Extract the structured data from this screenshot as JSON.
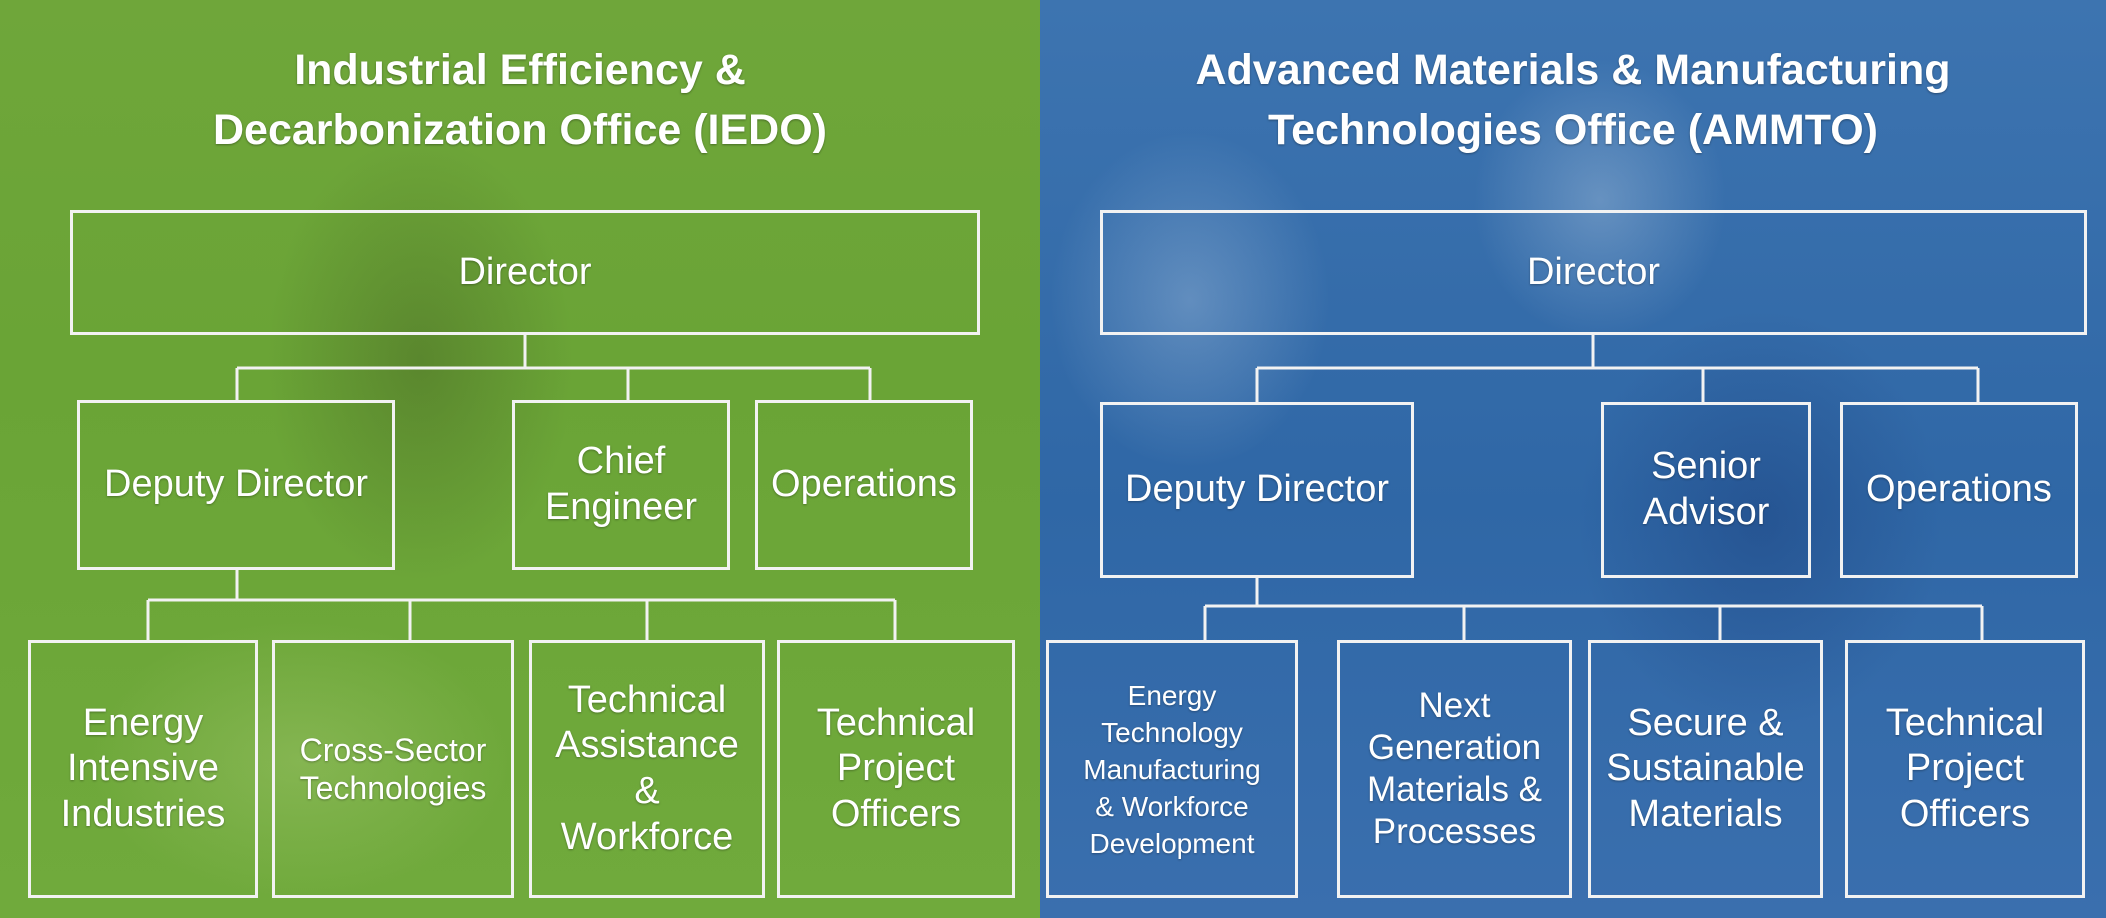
{
  "iedo": {
    "title_line1": "Industrial Efficiency &",
    "title_line2": "Decarbonization Office (IEDO)",
    "director": "Director",
    "deputy_director": "Deputy Director",
    "chief_engineer_line1": "Chief",
    "chief_engineer_line2": "Engineer",
    "operations": "Operations",
    "programs": [
      {
        "lines": [
          "Energy",
          "Intensive",
          "Industries"
        ]
      },
      {
        "lines": [
          "Cross-Sector",
          "Technologies"
        ]
      },
      {
        "lines": [
          "Technical",
          "Assistance",
          "&",
          "Workforce"
        ]
      },
      {
        "lines": [
          "Technical",
          "Project",
          "Officers"
        ]
      }
    ]
  },
  "ammto": {
    "title_line1": "Advanced Materials & Manufacturing",
    "title_line2": "Technologies Office (AMMTO)",
    "director": "Director",
    "deputy_director": "Deputy Director",
    "senior_advisor_line1": "Senior",
    "senior_advisor_line2": "Advisor",
    "operations": "Operations",
    "programs": [
      {
        "lines": [
          "Energy",
          "Technology",
          "Manufacturing",
          "& Workforce",
          "Development"
        ]
      },
      {
        "lines": [
          "Next",
          "Generation",
          "Materials &",
          "Processes"
        ]
      },
      {
        "lines": [
          "Secure &",
          "Sustainable",
          "Materials"
        ]
      },
      {
        "lines": [
          "Technical",
          "Project",
          "Officers"
        ]
      }
    ]
  },
  "colors": {
    "iedo_panel": "#6aa436",
    "ammto_panel": "#2f67a6",
    "box_border": "#f2f2f2",
    "text": "#ffffff"
  }
}
